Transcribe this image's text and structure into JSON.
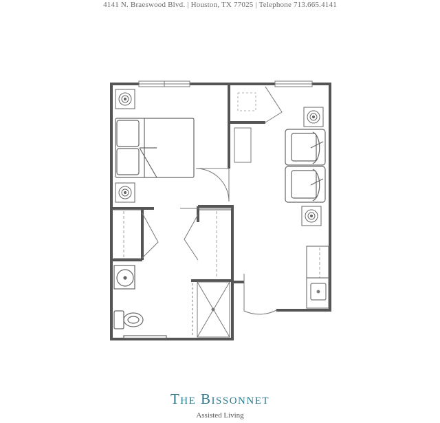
{
  "header": {
    "address": "4141 N. Braeswood Blvd. | Houston, TX 77025 | Telephone 713.665.4141"
  },
  "plan": {
    "wall_color": "#555555",
    "line_color": "#777777"
  },
  "footer": {
    "title": "The Bissonnet",
    "subtitle": "Assisted Living",
    "title_color": "#2a7a8c"
  }
}
